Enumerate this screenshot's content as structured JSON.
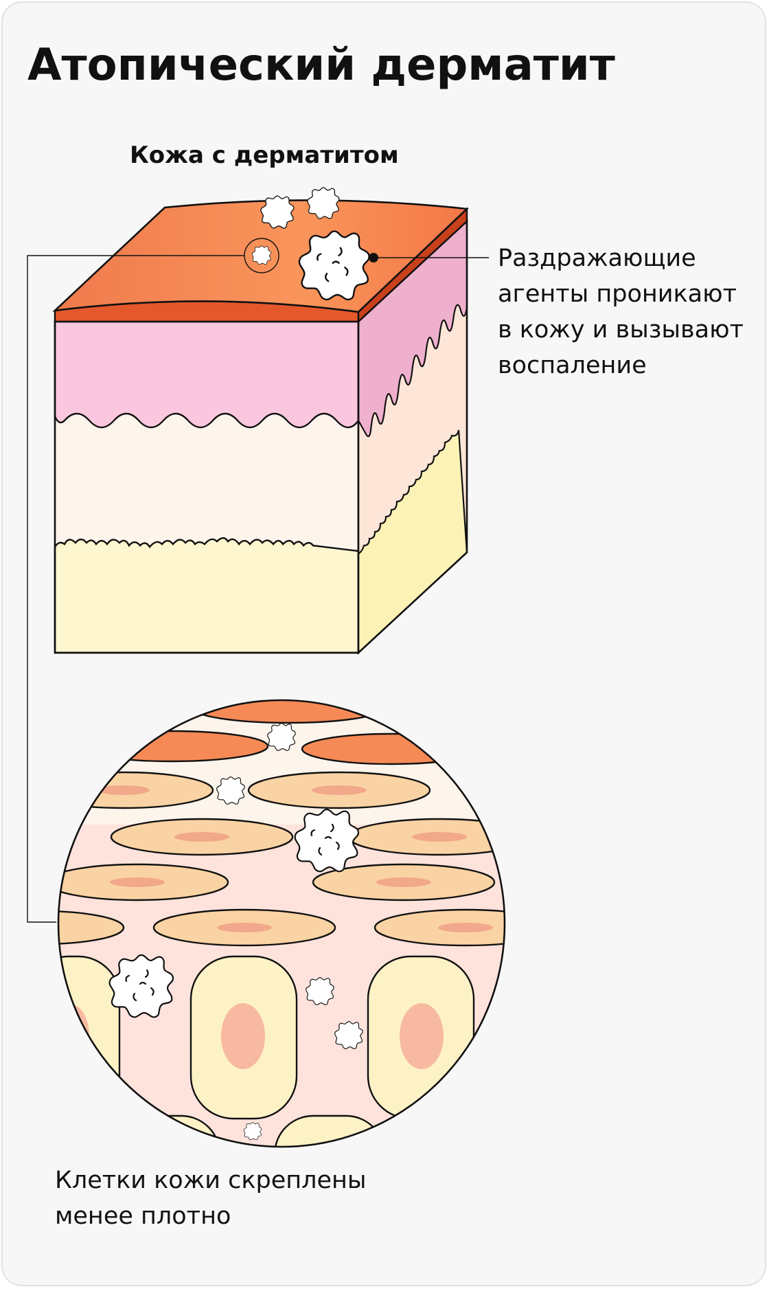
{
  "title": "Атопический дерматит",
  "subtitle": "Кожа с дерматитом",
  "callout": {
    "lines": [
      "Раздражающие",
      "агенты проникают",
      "в кожу и вызывают",
      "воспаление"
    ]
  },
  "bottom_label": {
    "lines": [
      "Клетки кожи скреплены",
      "менее плотно"
    ]
  },
  "colors": {
    "card_background": "#f7f7f7",
    "skin_top": "#f58a57",
    "skin_edge": "#e4582c",
    "epidermis": "#fac7de",
    "dermis": "#fdf4ec",
    "fat": "#fdf6cf",
    "cell_flat": "#fad3a4",
    "cell_nucleus": "#f2a88a",
    "irritant": "#ffffff",
    "outline": "#111111"
  },
  "icons": [
    "irritant-particle-icon",
    "skin-block-illustration",
    "magnified-cell-view"
  ]
}
